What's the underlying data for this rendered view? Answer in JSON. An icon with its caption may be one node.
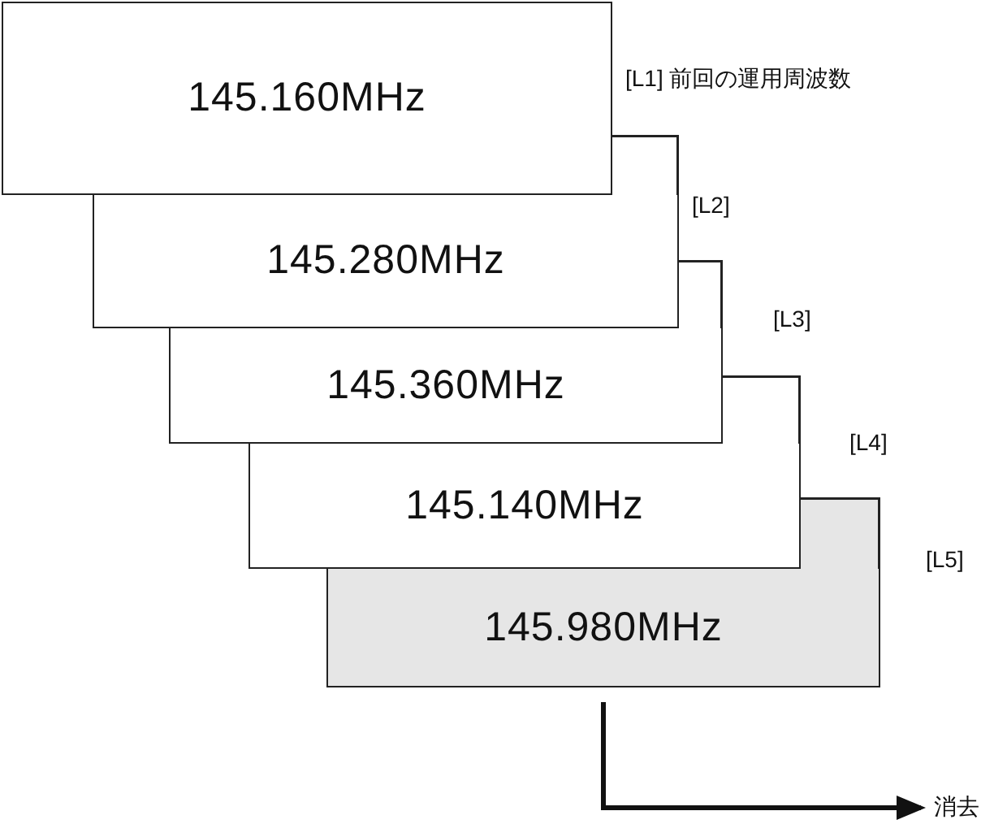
{
  "diagram": {
    "nodes": [
      {
        "text": [
          "145.160MHz"
        ],
        "beside": [
          "[L1] 前回の運用周波数"
        ]
      },
      {
        "text": [
          "145.280MHz"
        ],
        "beside": [
          "[L2]"
        ]
      },
      {
        "text": [
          "145.360MHz"
        ],
        "beside": [
          "[L3]"
        ]
      },
      {
        "text": [
          "145.140MHz"
        ],
        "beside": [
          "[L4]"
        ]
      },
      {
        "text": [
          "145.980MHz"
        ],
        "beside": [
          "[L5]"
        ]
      },
      {
        "text": [
          "消去"
        ]
      }
    ],
    "edges": [
      {
        "from": 4,
        "to": 5,
        "arrow": "to"
      }
    ]
  }
}
